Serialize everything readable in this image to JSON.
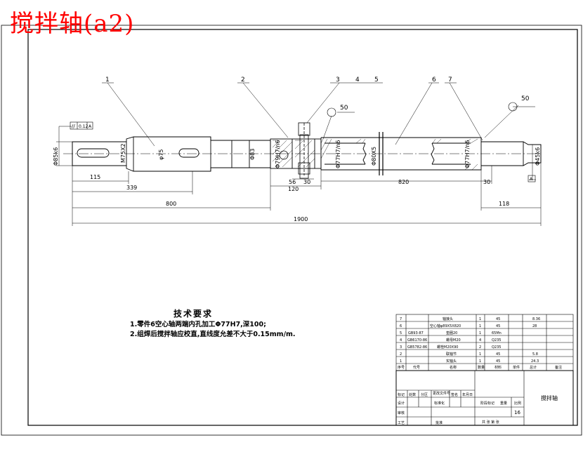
{
  "title": "搅拌轴(a2)",
  "balloons": [
    "1",
    "2",
    "3",
    "4",
    "5",
    "6",
    "7"
  ],
  "roughness": [
    "50",
    "50"
  ],
  "dimensions": {
    "d1": "115",
    "d2": "339",
    "d3": "800",
    "d4": "1900",
    "d5": "120",
    "d6": "56",
    "d7": "30",
    "d8": "820",
    "d9": "30",
    "d10": "118"
  },
  "diameters": {
    "left_end": "Φ85k6",
    "keyway": "M75X2",
    "d75": "φ75",
    "d83": "Φ83",
    "d79": "Φ79H7/n6",
    "d77a": "Φ77H7/n6",
    "d80": "Φ80X5",
    "d77b": "Φ77H7/n6",
    "right_end": "Φ45k6"
  },
  "tolerance": {
    "symbol": "//",
    "value": "0.12",
    "datum": "A"
  },
  "datum_right": "A",
  "tech": {
    "heading": "技术要求",
    "items": [
      "1.零件6空心轴两端内孔加工Φ77H7,深100;",
      "2.组焊后搅拌轴应校直,直线度允差不大于0.15mm/m."
    ]
  },
  "bom": {
    "rows": [
      {
        "no": "7",
        "code": "",
        "name": "轴接头",
        "qty": "1",
        "mat": "45",
        "w": "8.36",
        "note": ""
      },
      {
        "no": "6",
        "code": "",
        "name": "空心轴φ89X5X820",
        "qty": "1",
        "mat": "45",
        "w": "28",
        "note": ""
      },
      {
        "no": "5",
        "code": "GB93-87",
        "name": "垫圈20",
        "qty": "1",
        "mat": "65Mn",
        "w": "",
        "note": ""
      },
      {
        "no": "4",
        "code": "GB6170-86",
        "name": "螺母M20",
        "qty": "4",
        "mat": "Q235",
        "w": "",
        "note": ""
      },
      {
        "no": "3",
        "code": "GB5782-86",
        "name": "螺栓M20X90",
        "qty": "2",
        "mat": "Q235",
        "w": "",
        "note": ""
      },
      {
        "no": "2",
        "code": "",
        "name": "联轴节",
        "qty": "1",
        "mat": "45",
        "w": "5.8",
        "note": ""
      },
      {
        "no": "1",
        "code": "",
        "name": "实轴头",
        "qty": "1",
        "mat": "45",
        "w": "24.3",
        "note": ""
      }
    ],
    "header": {
      "no": "序号",
      "code": "代号",
      "name": "名称",
      "qty": "数量",
      "mat": "材料",
      "w1": "单件",
      "w2": "总计",
      "note": "备注"
    }
  },
  "titleblock": {
    "labels": [
      "标记",
      "处数",
      "分区",
      "更改文件号",
      "签名",
      "年月日",
      "设计",
      "标准化",
      "审核",
      "工艺",
      "批准",
      "阶段标记",
      "重量",
      "比例"
    ],
    "ratio": "16",
    "sheet": "共 张 第 张",
    "drawing_name": "搅拌轴"
  }
}
